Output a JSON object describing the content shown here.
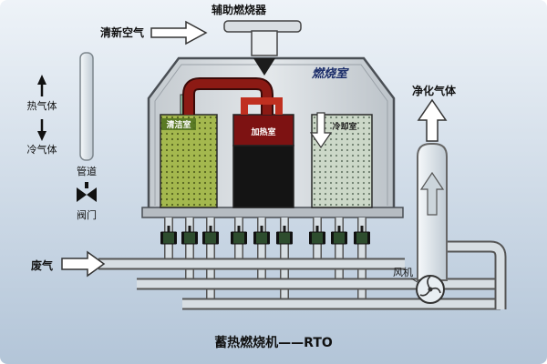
{
  "title": "蓄热燃烧机——RTO",
  "labels": {
    "aux_burner": "辅助燃烧器",
    "fresh_air": "清新空气",
    "combustion_chamber": "燃烧室",
    "hot_gas": "热气体",
    "cold_gas": "冷气体",
    "pipe": "管道",
    "valve": "阀门",
    "purified_gas": "净化气体",
    "waste_gas": "废气",
    "fan": "风机",
    "chamber_left": "清洁室",
    "chamber_middle": "加热室",
    "chamber_right": "冷却室"
  },
  "colors": {
    "background_top": "#eef3f8",
    "background_bottom": "#b3c5d8",
    "furnace_body": "#d4d8dc",
    "chamber_left_fill": "#a4b84e",
    "chamber_middle_top": "#7d1212",
    "chamber_middle_body": "#141414",
    "chamber_right_fill": "#ccd8c8",
    "hot_pipe_dark": "#8c1a14",
    "hot_pipe_bright": "#c03020",
    "pipe_gray": "#d7dee3",
    "valve_green": "#2e4d2e"
  }
}
